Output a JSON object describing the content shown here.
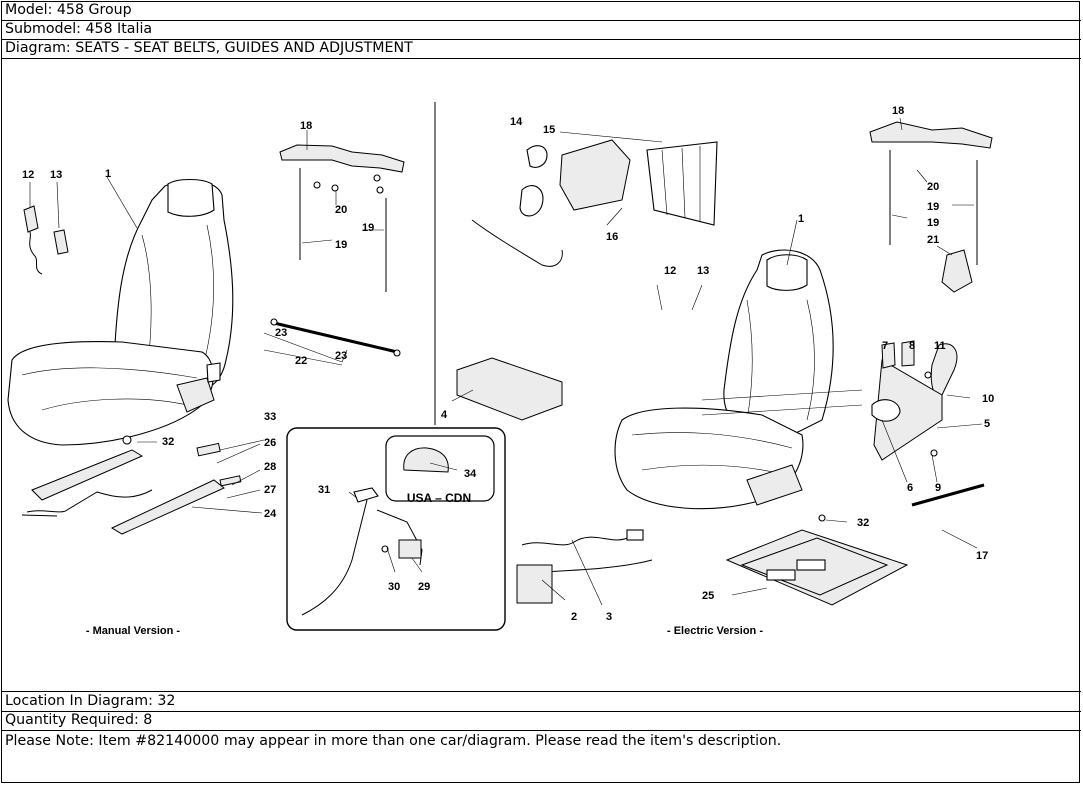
{
  "header": {
    "model": "Model: 458 Group",
    "submodel": "Submodel: 458 Italia",
    "diagram": "Diagram: SEATS - SEAT BELTS, GUIDES AND ADJUSTMENT"
  },
  "diagram": {
    "captions": {
      "manual": "- Manual Version -",
      "electric": "- Electric Version -",
      "usa": "USA – CDN"
    },
    "callouts": {
      "c1a": "1",
      "c12a": "12",
      "c13a": "13",
      "c18a": "18",
      "c20a": "20",
      "c19a": "19",
      "c19b": "19",
      "c23a": "23",
      "c22": "22",
      "c23b": "23",
      "c33": "33",
      "c32a": "32",
      "c26": "26",
      "c28": "28",
      "c27": "27",
      "c24": "24",
      "c34": "34",
      "c31": "31",
      "c30": "30",
      "c29": "29",
      "c14": "14",
      "c15": "15",
      "c16": "16",
      "c4": "4",
      "c2": "2",
      "c3": "3",
      "c12b": "12",
      "c13b": "13",
      "c1b": "1",
      "c18b": "18",
      "c20b": "20",
      "c19c": "19",
      "c19d": "19",
      "c21": "21",
      "c7": "7",
      "c8": "8",
      "c11": "11",
      "c10": "10",
      "c5": "5",
      "c6": "6",
      "c9": "9",
      "c32b": "32",
      "c17": "17",
      "c25": "25"
    }
  },
  "footer": {
    "location": "Location In Diagram: 32",
    "quantity": "Quantity Required: 8",
    "note": "Please Note: Item #82140000 may appear in more than one car/diagram. Please read the item's description."
  }
}
